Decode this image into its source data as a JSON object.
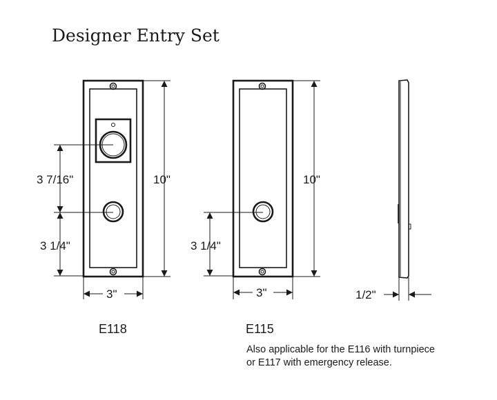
{
  "title": "Designer Entry Set",
  "e118": {
    "model": "E118",
    "dim_upper": "3 7/16\"",
    "dim_lower": "3 1/4\"",
    "dim_height": "10\"",
    "dim_width": "3\""
  },
  "e115": {
    "model": "E115",
    "dim_lower": "3 1/4\"",
    "dim_height": "10\"",
    "dim_width": "3\"",
    "note_line1": "Also applicable for the E116 with turnpiece",
    "note_line2": "or E117 with emergency release."
  },
  "side": {
    "dim_depth": "1/2\""
  }
}
